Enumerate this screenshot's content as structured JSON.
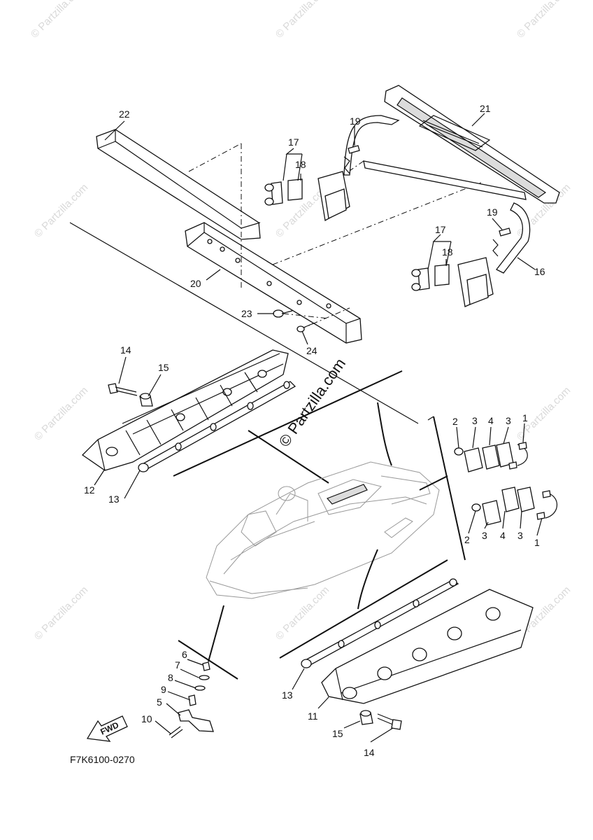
{
  "diagram_code": "F7K6100-0270",
  "copyright_watermark": "© Partzilla.com",
  "fwd_label": "FWD",
  "watermark_text": "© Partzilla.com",
  "callouts": [
    {
      "id": "c22",
      "text": "22"
    },
    {
      "id": "c21",
      "text": "21"
    },
    {
      "id": "c19a",
      "text": "19"
    },
    {
      "id": "c17a",
      "text": "17"
    },
    {
      "id": "c18a",
      "text": "18"
    },
    {
      "id": "c19b",
      "text": "19"
    },
    {
      "id": "c17b",
      "text": "17"
    },
    {
      "id": "c18b",
      "text": "18"
    },
    {
      "id": "c16",
      "text": "16"
    },
    {
      "id": "c20",
      "text": "20"
    },
    {
      "id": "c23",
      "text": "23"
    },
    {
      "id": "c24",
      "text": "24"
    },
    {
      "id": "c14a",
      "text": "14"
    },
    {
      "id": "c15a",
      "text": "15"
    },
    {
      "id": "c12",
      "text": "12"
    },
    {
      "id": "c13a",
      "text": "13"
    },
    {
      "id": "c2a",
      "text": "2"
    },
    {
      "id": "c3a",
      "text": "3"
    },
    {
      "id": "c4a",
      "text": "4"
    },
    {
      "id": "c3b",
      "text": "3"
    },
    {
      "id": "c1a",
      "text": "1"
    },
    {
      "id": "c2b",
      "text": "2"
    },
    {
      "id": "c3c",
      "text": "3"
    },
    {
      "id": "c4b",
      "text": "4"
    },
    {
      "id": "c3d",
      "text": "3"
    },
    {
      "id": "c1b",
      "text": "1"
    },
    {
      "id": "c6",
      "text": "6"
    },
    {
      "id": "c7",
      "text": "7"
    },
    {
      "id": "c8",
      "text": "8"
    },
    {
      "id": "c9",
      "text": "9"
    },
    {
      "id": "c5",
      "text": "5"
    },
    {
      "id": "c10",
      "text": "10"
    },
    {
      "id": "c13b",
      "text": "13"
    },
    {
      "id": "c11",
      "text": "11"
    },
    {
      "id": "c15b",
      "text": "15"
    },
    {
      "id": "c14b",
      "text": "14"
    }
  ]
}
